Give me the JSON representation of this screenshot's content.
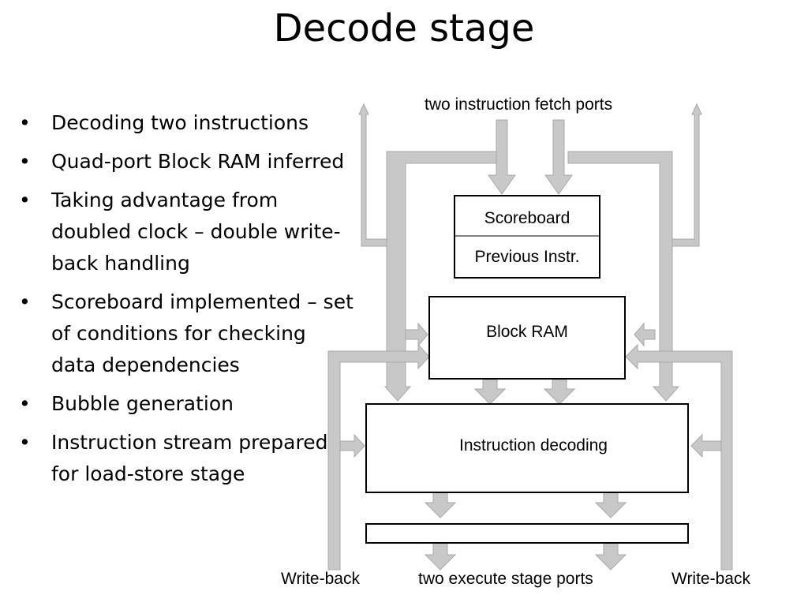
{
  "slide": {
    "title": "Decode stage",
    "bullets": [
      "Decoding two instructions",
      "Quad-port Block RAM inferred",
      "Taking advantage from doubled clock – double write-back handling",
      "Scoreboard implemented – set of conditions for checking data dependencies",
      "Bubble generation",
      "Instruction stream prepared for load-store stage"
    ],
    "bullet_char": "•"
  },
  "diagram": {
    "fetch_label": "two instruction fetch ports",
    "scoreboard_label": "Scoreboard",
    "previous_label": "Previous Instr.",
    "block_ram_label": "Block RAM",
    "decoding_label": "Instruction decoding",
    "execute_label": "two execute stage ports",
    "writeback_left_label": "Write-back",
    "writeback_right_label": "Write-back"
  },
  "colors": {
    "arrow_fill": "#c8c8c8",
    "arrow_stroke": "#a8a8a8",
    "box_stroke": "#000000"
  }
}
